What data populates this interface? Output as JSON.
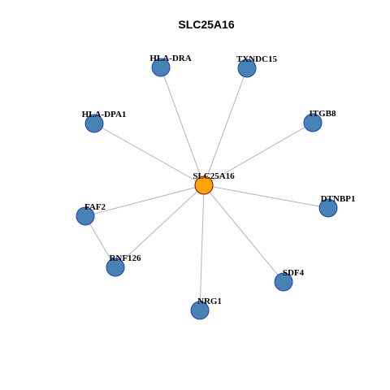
{
  "title": "SLC25A16",
  "colors": {
    "center_fill": "#FFA500",
    "center_stroke": "#8B0000",
    "node_fill": "#4682B4",
    "node_stroke": "#1F3FBF",
    "edge": "#B4B4B4"
  },
  "graph": {
    "nodes": [
      {
        "id": "SLC25A16",
        "role": "hub"
      },
      {
        "id": "HLA-DRA",
        "role": "neighbor"
      },
      {
        "id": "TXNDC15",
        "role": "neighbor"
      },
      {
        "id": "HLA-DPA1",
        "role": "neighbor"
      },
      {
        "id": "ITGB8",
        "role": "neighbor"
      },
      {
        "id": "FAF2",
        "role": "neighbor"
      },
      {
        "id": "DTNBP1",
        "role": "neighbor"
      },
      {
        "id": "RNF126",
        "role": "neighbor"
      },
      {
        "id": "SDF4",
        "role": "neighbor"
      },
      {
        "id": "NRG1",
        "role": "neighbor"
      }
    ],
    "edges": [
      [
        "SLC25A16",
        "HLA-DRA"
      ],
      [
        "SLC25A16",
        "TXNDC15"
      ],
      [
        "SLC25A16",
        "HLA-DPA1"
      ],
      [
        "SLC25A16",
        "ITGB8"
      ],
      [
        "SLC25A16",
        "FAF2"
      ],
      [
        "SLC25A16",
        "DTNBP1"
      ],
      [
        "SLC25A16",
        "RNF126"
      ],
      [
        "SLC25A16",
        "SDF4"
      ],
      [
        "SLC25A16",
        "NRG1"
      ],
      [
        "FAF2",
        "RNF126"
      ]
    ]
  }
}
